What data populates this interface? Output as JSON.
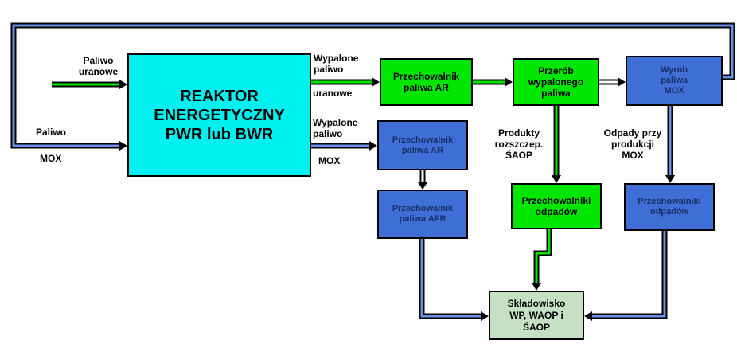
{
  "reactor": "REAKTOR\n ENERGETYCZNY\nPWR lub BWR",
  "boxes": {
    "storage_ar": "Przechowalnik\npaliwa AR",
    "reprocessing": "Przerób\nwypalonego\npaliwa",
    "mox_production": "Wyrób\npaliwa\nMOX",
    "storage_ar_mox": "Przechowalnik\npaliwa AR",
    "storage_afr": "Przechowalnik\npaliwa AFR",
    "waste_storage_green": "Przechowalniki\nodpadów",
    "waste_storage_blue": "Przechowalniki\nodpadów",
    "repository": "Składowisko\nWP, WAOP i\nŚAOP"
  },
  "labels": {
    "uranium_fuel": "Paliwo\nuranowe",
    "mox_fuel_paliwo": "Paliwo",
    "mox_fuel_mox": "MOX",
    "spent_uranium_top": "Wypalone\npaliwo",
    "spent_uranium_bottom": "uranowe",
    "spent_mox_top": "Wypalone\npaliwo",
    "spent_mox_bottom": "MOX",
    "fission_products": "Produkty\nrozszczep.\nŚAOP",
    "mox_waste": "Odpady przy\nprodukcji\nMOX"
  },
  "colors": {
    "reactor": "#00f0f0",
    "green": "#00e600",
    "blue": "#3e6ed6",
    "repository": "#c6e0c6"
  }
}
